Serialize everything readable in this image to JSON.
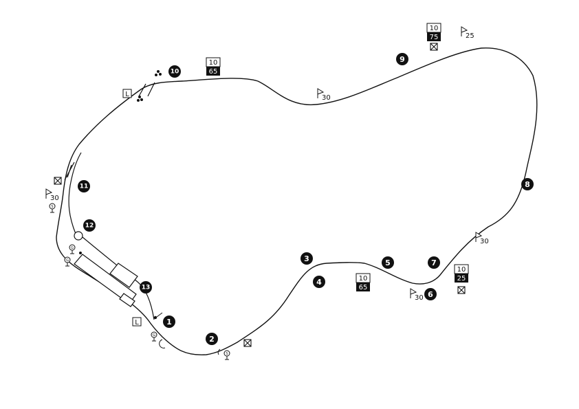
{
  "colors": {
    "track": "#111111",
    "marker_fill": "#111111",
    "marker_text": "#ffffff",
    "background": "#ffffff"
  },
  "markers": [
    {
      "id": "m1",
      "text": "1"
    },
    {
      "id": "m2",
      "text": "2"
    },
    {
      "id": "m3",
      "text": "3"
    },
    {
      "id": "m4",
      "text": "4"
    },
    {
      "id": "m5",
      "text": "5"
    },
    {
      "id": "m6",
      "text": "6"
    },
    {
      "id": "m7",
      "text": "7"
    },
    {
      "id": "m8",
      "text": "8"
    },
    {
      "id": "m9",
      "text": "9"
    },
    {
      "id": "m10",
      "text": "10"
    },
    {
      "id": "m11",
      "text": "11"
    },
    {
      "id": "m12",
      "text": "12"
    },
    {
      "id": "m13",
      "text": "13"
    }
  ],
  "speed_signs": [
    {
      "top": "10",
      "bottom": "65"
    },
    {
      "top": "10",
      "bottom": "75"
    },
    {
      "top": "10",
      "bottom": "65"
    },
    {
      "top": "10",
      "bottom": "25"
    }
  ],
  "flag_labels": [
    "30",
    "25",
    "30",
    "30",
    "30"
  ],
  "l_boxes": [
    "L",
    "L"
  ],
  "signal_letters": [
    "S",
    "G",
    "S",
    "G",
    "G"
  ]
}
